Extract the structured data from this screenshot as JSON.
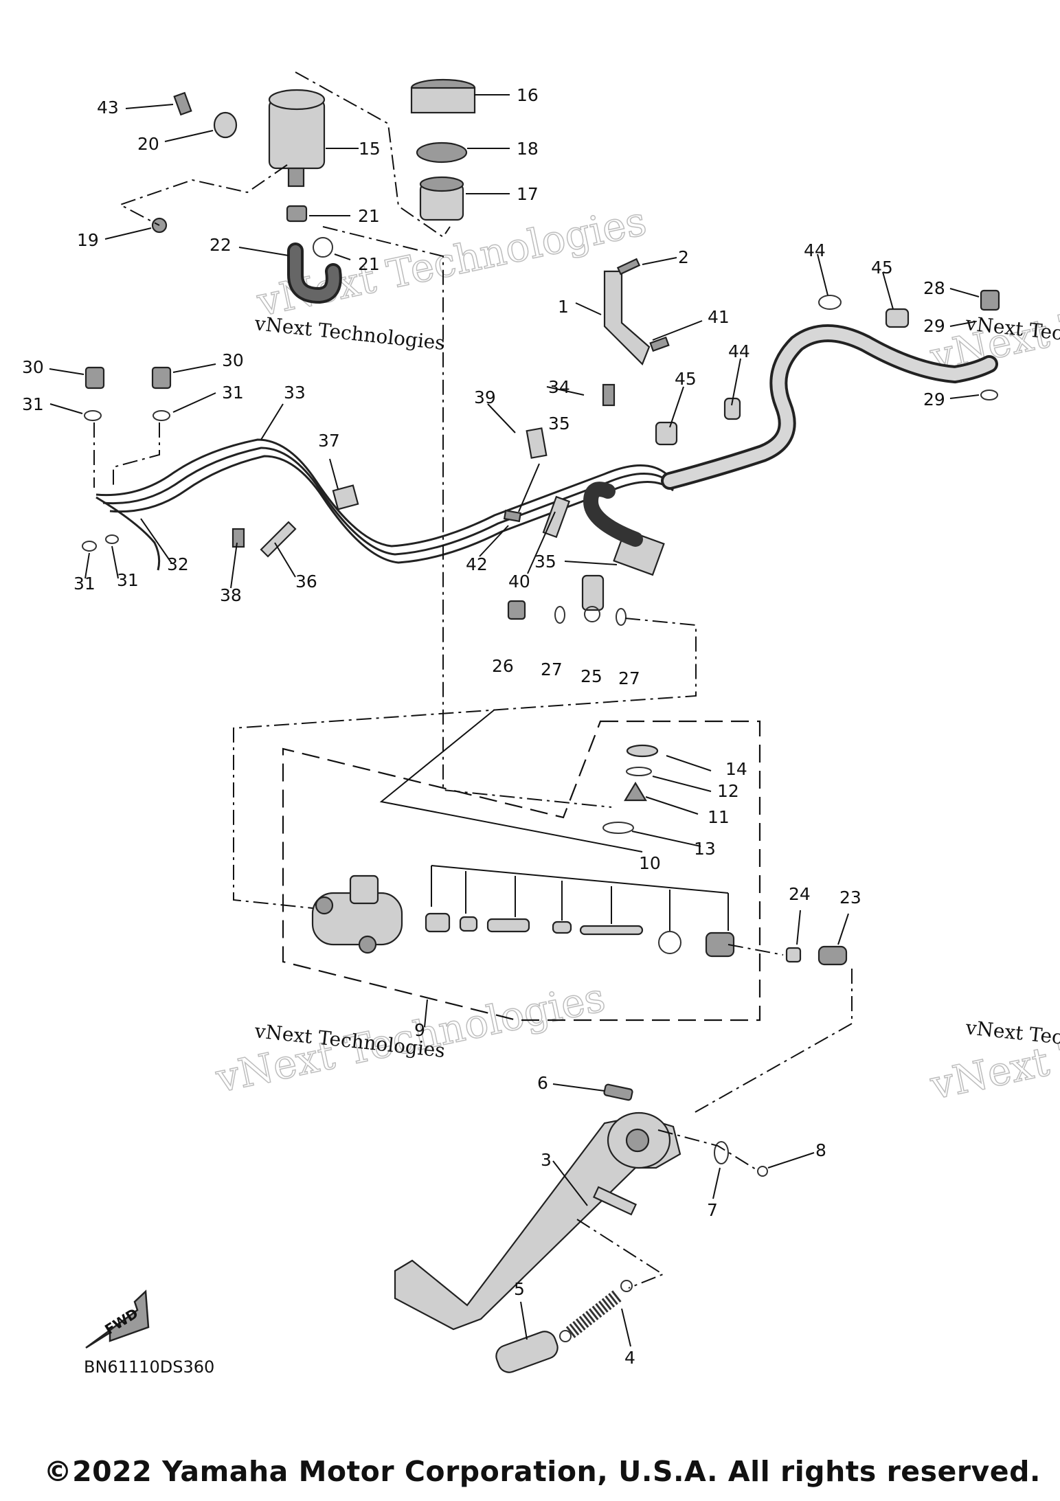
{
  "diagram_code": "BN61110DS360",
  "watermark": "vNext Technologies",
  "fwd_label": "FWD",
  "copyright": "©2022 Yamaha Motor Corporation, U.S.A. All rights reserved.",
  "callouts": {
    "c1": "1",
    "c2": "2",
    "c3": "3",
    "c4": "4",
    "c5": "5",
    "c6": "6",
    "c7": "7",
    "c8": "8",
    "c9": "9",
    "c10": "10",
    "c11": "11",
    "c12": "12",
    "c13": "13",
    "c14": "14",
    "c15": "15",
    "c16": "16",
    "c17": "17",
    "c18": "18",
    "c19": "19",
    "c20": "20",
    "c21a": "21",
    "c21b": "21",
    "c22": "22",
    "c23": "23",
    "c24": "24",
    "c25": "25",
    "c26": "26",
    "c27a": "27",
    "c27b": "27",
    "c28": "28",
    "c29a": "29",
    "c29b": "29",
    "c30a": "30",
    "c30b": "30",
    "c31a": "31",
    "c31b": "31",
    "c31c": "31",
    "c31d": "31",
    "c32": "32",
    "c33": "33",
    "c34": "34",
    "c35a": "35",
    "c35b": "35",
    "c36": "36",
    "c37": "37",
    "c38": "38",
    "c39": "39",
    "c40": "40",
    "c41": "41",
    "c42": "42",
    "c43": "43",
    "c44a": "44",
    "c44b": "44",
    "c45a": "45",
    "c45b": "45"
  }
}
